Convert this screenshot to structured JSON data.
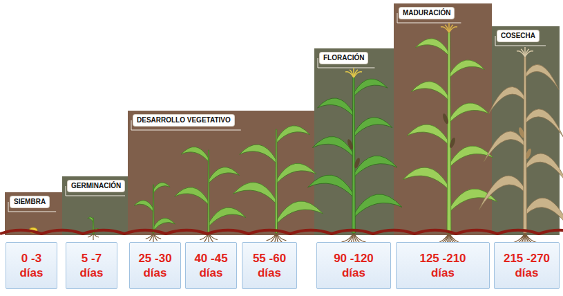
{
  "diagram": {
    "nodes": [
      {
        "text": [
          "SIEMBRA"
        ]
      },
      {
        "text": [
          "GERMINACIÓN"
        ]
      },
      {
        "text": [
          "DESARROLLO VEGETATIVO"
        ]
      },
      {
        "text": [
          "FLORACIÓN"
        ]
      },
      {
        "text": [
          "MADURACIÓN"
        ]
      },
      {
        "text": [
          "COSECHA"
        ]
      },
      {
        "text": [
          "0 -3 días"
        ]
      },
      {
        "text": [
          "5 -7 días"
        ]
      },
      {
        "text": [
          "25 -30 días"
        ]
      },
      {
        "text": [
          "40 -45 días"
        ]
      },
      {
        "text": [
          "55 -60 días"
        ]
      },
      {
        "text": [
          "90 -120 días"
        ]
      },
      {
        "text": [
          "125 -210 días"
        ]
      },
      {
        "text": [
          "215 -270 días"
        ]
      }
    ]
  }
}
